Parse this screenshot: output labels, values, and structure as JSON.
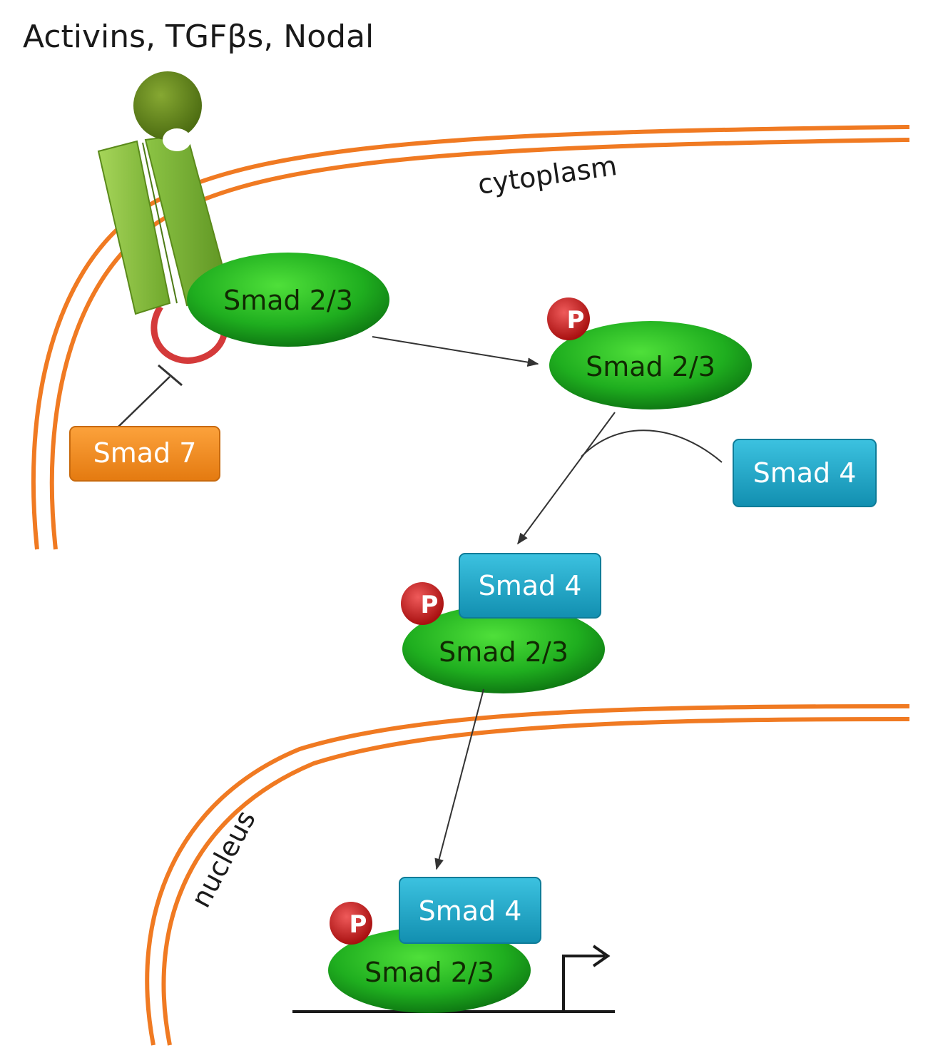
{
  "title": "Activins, TGFβs, Nodal",
  "labels": {
    "cytoplasm": "cytoplasm",
    "nucleus": "nucleus"
  },
  "smad23": {
    "receptor_bound": "Smad 2/3",
    "phosphorylated": "Smad 2/3",
    "complex": "Smad 2/3",
    "nuclear": "Smad 2/3"
  },
  "smad4": {
    "free": "Smad 4",
    "complex": "Smad 4",
    "nuclear": "Smad 4"
  },
  "smad7": "Smad 7",
  "phospho": {
    "p1": "P",
    "p2": "P",
    "p3": "P"
  },
  "colors": {
    "membrane": "#f07a22",
    "receptor": "#8dc63f",
    "ligand": "#5a7d1c",
    "smad23": "#22b422",
    "smad4": "#1aa6c8",
    "smad7": "#f7931e",
    "phospho": "#cc1f1f",
    "kinase_loop": "#d43a3a"
  }
}
